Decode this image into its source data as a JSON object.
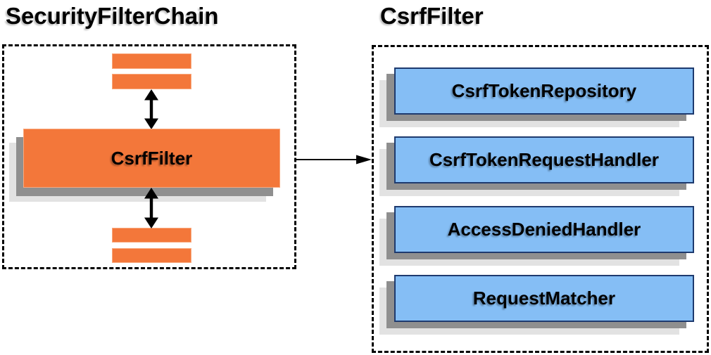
{
  "left_panel": {
    "title": "SecurityFilterChain",
    "filter_label": "CsrfFilter",
    "other_filter_bar_count": 4
  },
  "right_panel": {
    "title": "CsrfFilter",
    "components": [
      {
        "label": "CsrfTokenRepository"
      },
      {
        "label": "CsrfTokenRequestHandler"
      },
      {
        "label": "AccessDeniedHandler"
      },
      {
        "label": "RequestMatcher"
      }
    ]
  },
  "icons": {
    "chain_flow": "double-headed-vertical-arrow",
    "delegation": "right-arrow"
  },
  "colors": {
    "orange_fill": "#f3773a",
    "orange_border": "#f9a97e",
    "blue_fill": "#85bef5",
    "blue_border": "#1e3a6e",
    "shadow_dark": "#8f8f8f",
    "shadow_light": "#e2e2e2",
    "arrow_color": "#000000",
    "border_dashed": "#000000"
  }
}
